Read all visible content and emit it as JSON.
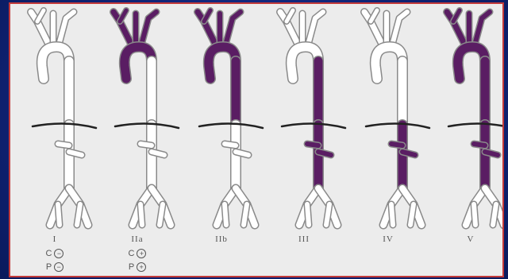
{
  "diagram": {
    "colors": {
      "dissected": "#5a1d63",
      "outline": "#8a8a8a",
      "wall": "#ffffff",
      "diaphragm": "#222222",
      "background": "#ececec",
      "border": "#c23a3a"
    },
    "types": [
      {
        "label": "I",
        "dissected": "none"
      },
      {
        "label": "IIa",
        "dissected": "arch-and-branches"
      },
      {
        "label": "IIb",
        "dissected": "arch-and-descending-thoracic"
      },
      {
        "label": "III",
        "dissected": "descending-thoracic-and-abdominal"
      },
      {
        "label": "IV",
        "dissected": "abdominal-only"
      },
      {
        "label": "V",
        "dissected": "entire-aorta"
      }
    ],
    "markers": [
      {
        "type": "I",
        "c_text": "C",
        "c_sign": "−",
        "p_text": "P",
        "p_sign": "−"
      },
      {
        "type": "IIa",
        "c_text": "C",
        "c_sign": "+",
        "p_text": "P",
        "p_sign": "+"
      }
    ]
  }
}
